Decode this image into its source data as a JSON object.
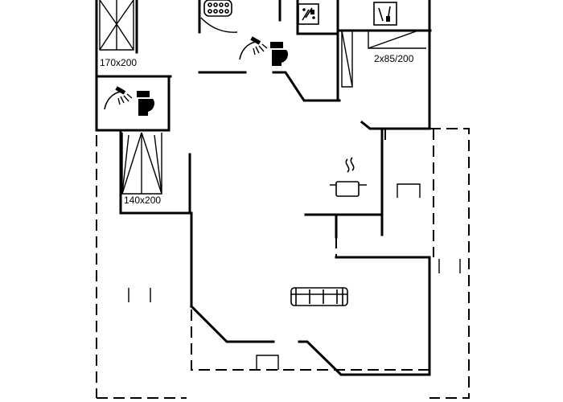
{
  "beds": {
    "bed1": "170x200",
    "bed2": "140x200",
    "bed3": "2x85/200"
  },
  "icons": [
    "shower-icon",
    "toilet-icon",
    "whirlpool-icon",
    "washing-machine-icon",
    "dishwasher-icon",
    "cooking-pot-icon",
    "sofa-icon",
    "table-icon"
  ]
}
